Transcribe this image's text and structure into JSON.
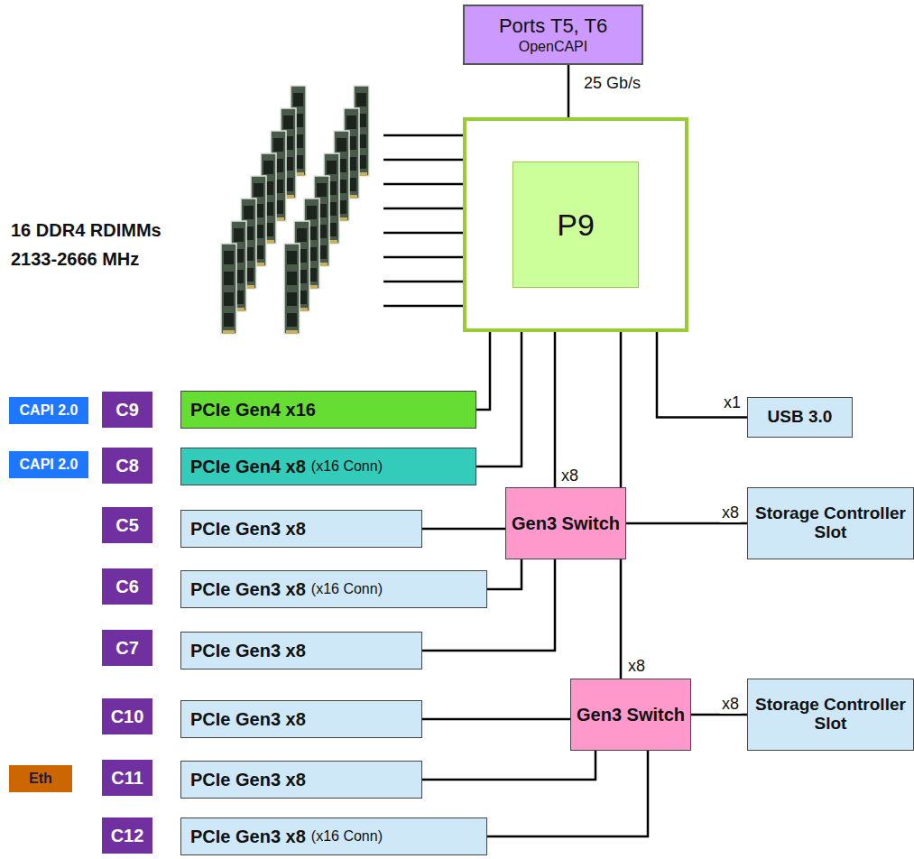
{
  "diagram": {
    "nodes": [
      {
        "text": [
          "Ports T5, T6",
          "OpenCAPI"
        ]
      },
      {
        "text": [
          "P9"
        ]
      },
      {
        "text": [
          "CAPI 2.0"
        ]
      },
      {
        "text": [
          "C9"
        ]
      },
      {
        "text": [
          "PCIe Gen4 x16"
        ]
      },
      {
        "text": [
          "USB 3.0"
        ]
      },
      {
        "text": [
          "CAPI 2.0"
        ]
      },
      {
        "text": [
          "C8"
        ]
      },
      {
        "text": [
          "PCIe Gen4 x8",
          "(x16 Conn)"
        ]
      },
      {
        "text": [
          "C5"
        ]
      },
      {
        "text": [
          "PCIe Gen3 x8"
        ]
      },
      {
        "text": [
          "Gen3 Switch"
        ]
      },
      {
        "text": [
          "Storage Controller Slot"
        ]
      },
      {
        "text": [
          "C6"
        ]
      },
      {
        "text": [
          "PCIe Gen3 x8",
          "(x16 Conn)"
        ]
      },
      {
        "text": [
          "C7"
        ]
      },
      {
        "text": [
          "PCIe Gen3 x8"
        ]
      },
      {
        "text": [
          "Gen3 Switch"
        ]
      },
      {
        "text": [
          "Storage Controller Slot"
        ]
      },
      {
        "text": [
          "C10"
        ]
      },
      {
        "text": [
          "PCIe Gen3 x8"
        ]
      },
      {
        "text": [
          "Eth"
        ]
      },
      {
        "text": [
          "C11"
        ]
      },
      {
        "text": [
          "PCIe Gen3 x8"
        ]
      },
      {
        "text": [
          "C12"
        ]
      },
      {
        "text": [
          "PCIe Gen3 x8",
          "(x16 Conn)"
        ]
      }
    ],
    "edges": [
      {
        "from": 1,
        "to": 0,
        "label": "25 Gb/s",
        "arrow": "none"
      },
      {
        "from": 1,
        "to": 4,
        "arrow": "none"
      },
      {
        "from": 1,
        "to": 8,
        "arrow": "none"
      },
      {
        "from": 1,
        "to": 11,
        "label": "x8",
        "arrow": "none"
      },
      {
        "from": 1,
        "to": 17,
        "label": "x8",
        "arrow": "none"
      },
      {
        "from": 1,
        "to": 5,
        "label": "x1",
        "arrow": "none"
      },
      {
        "from": 11,
        "to": 10,
        "arrow": "none"
      },
      {
        "from": 11,
        "to": 12,
        "label": "x8",
        "arrow": "none"
      },
      {
        "from": 11,
        "to": 14,
        "arrow": "none"
      },
      {
        "from": 11,
        "to": 16,
        "arrow": "none"
      },
      {
        "from": 17,
        "to": 20,
        "arrow": "none"
      },
      {
        "from": 17,
        "to": 18,
        "label": "x8",
        "arrow": "none"
      },
      {
        "from": 17,
        "to": 23,
        "arrow": "none"
      },
      {
        "from": 17,
        "to": 25,
        "arrow": "none"
      }
    ],
    "labels": [
      "16 DDR4 RDIMMs",
      "2133-2666 MHz"
    ]
  }
}
